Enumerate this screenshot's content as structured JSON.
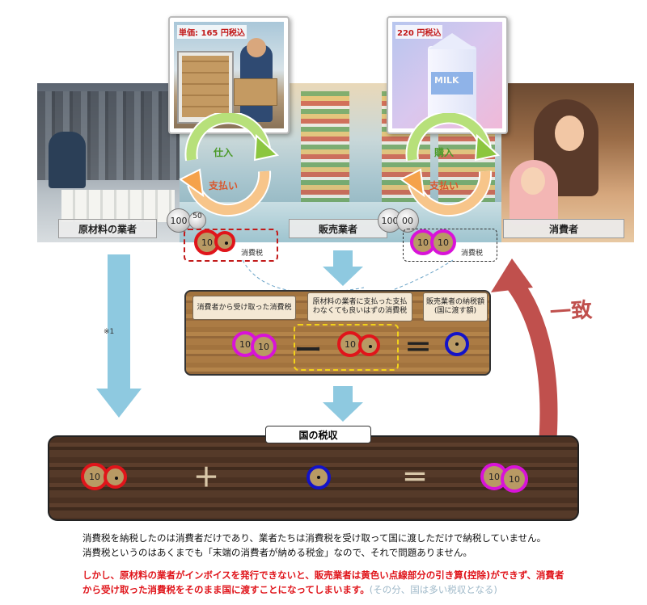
{
  "labels": {
    "supplier": "原材料の業者",
    "seller": "販売業者",
    "consumer": "消費者"
  },
  "insets": {
    "left_price": "単価: 165 円税込",
    "right_price": "220 円税込"
  },
  "cycle_left": {
    "top": "仕入",
    "bottom": "支払い"
  },
  "cycle_right": {
    "top": "購入",
    "bottom": "支払い"
  },
  "coins": {
    "v100": "100",
    "v50": "50",
    "v10": "10",
    "v00": "00",
    "v5": "5"
  },
  "tax_label": "消費税",
  "note_1": "※1",
  "icchi": "一致",
  "calc_headers": [
    "消費者から受け取った消費税",
    "原材料の業者に支払った支払\nわなくても良いはずの消費税",
    "販売業者の納税額\n(国に渡す額)"
  ],
  "ops": {
    "minus": "ー",
    "equals": "＝",
    "plus": "＋"
  },
  "national_revenue": "国の税収",
  "body_text": {
    "line1": "消費税を納税したのは消費者だけであり、業者たちは消費税を受け取って国に渡しただけで納税していません。",
    "line2": "消費税というのはあくまでも「末端の消費者が納める税金」なので、それで問題ありません。",
    "warn1": "しかし、原材料の業者がインボイスを発行できないと、販売業者は黄色い点線部分の引き算(控除)ができず、消費者",
    "warn2": "から受け取った消費税をそのまま国に渡すことになってしまいます。",
    "warn_note": "(その分、国は多い税収となる)"
  },
  "colors": {
    "red_ring": "#e0151b",
    "magenta_ring": "#d813d8",
    "blue_ring": "#1313c8",
    "arrow_blue": "#8ec9e0",
    "arrow_red": "#c0504d",
    "warn_text": "#e0151b",
    "note_text": "#9fb9c9"
  },
  "icons": [
    "factory-photo",
    "store-photo",
    "home-photo",
    "truck-photo",
    "milk-carton-photo"
  ]
}
